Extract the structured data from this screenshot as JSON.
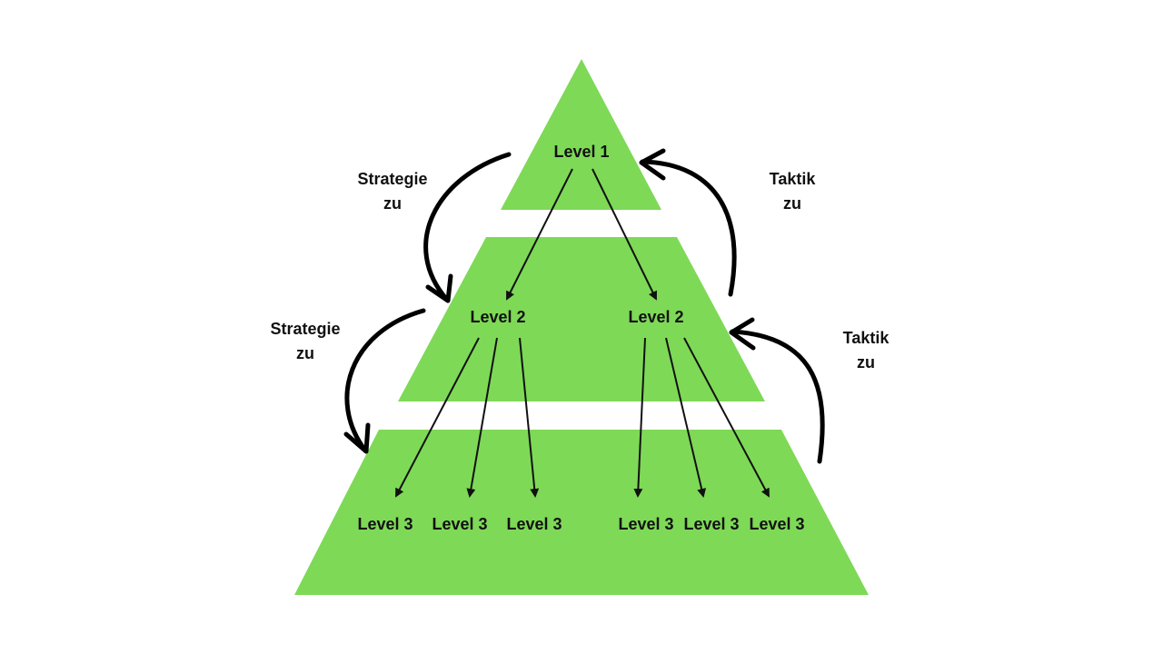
{
  "diagram": {
    "colors": {
      "pyramid": "#7ed957",
      "arrows": "#000000",
      "background": "#ffffff"
    },
    "level1": {
      "label": "Level 1"
    },
    "level2": [
      {
        "label": "Level 2"
      },
      {
        "label": "Level 2"
      }
    ],
    "level3": [
      {
        "label": "Level 3"
      },
      {
        "label": "Level 3"
      },
      {
        "label": "Level 3"
      },
      {
        "label": "Level 3"
      },
      {
        "label": "Level 3"
      },
      {
        "label": "Level 3"
      }
    ],
    "side_labels": {
      "upper_left": {
        "line1": "Strategie",
        "line2": "zu"
      },
      "lower_left": {
        "line1": "Strategie",
        "line2": "zu"
      },
      "upper_right": {
        "line1": "Taktik",
        "line2": "zu"
      },
      "lower_right": {
        "line1": "Taktik",
        "line2": "zu"
      }
    }
  }
}
